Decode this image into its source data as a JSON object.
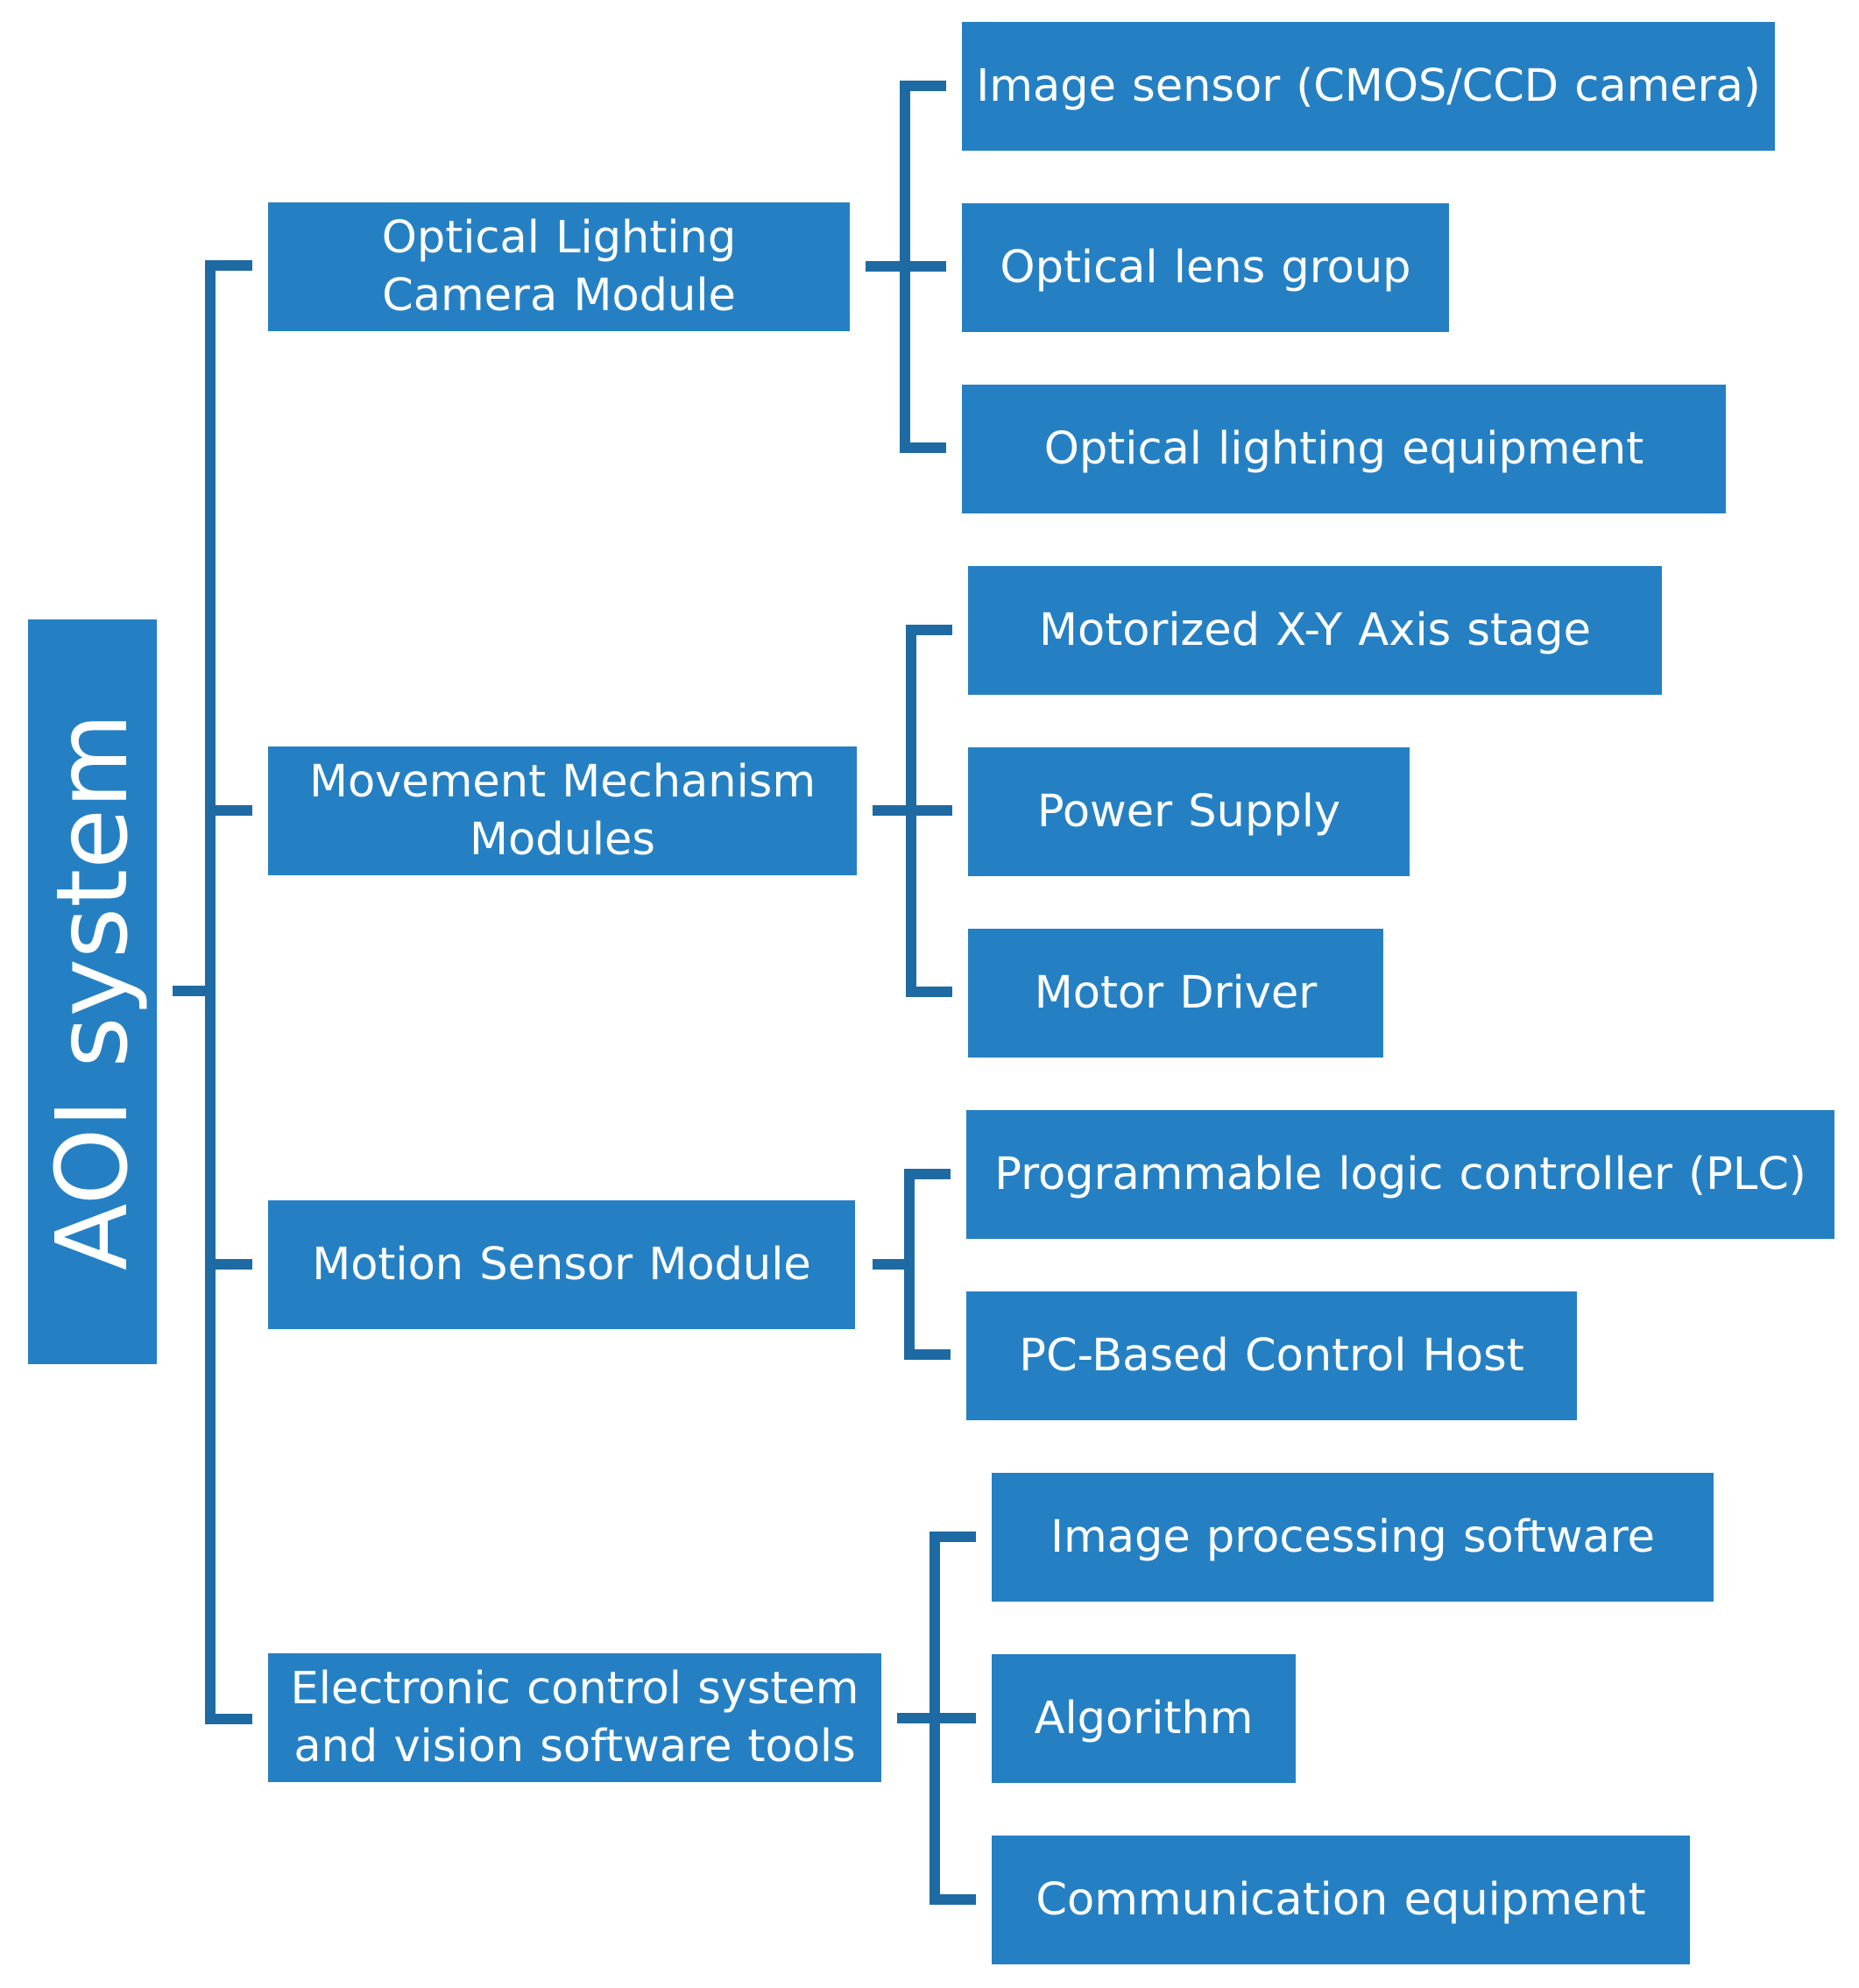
{
  "root": {
    "label": "AOI system"
  },
  "modules": [
    {
      "label": "Optical Lighting Camera Module",
      "children": [
        "Image sensor (CMOS/CCD camera)",
        "Optical lens group",
        "Optical lighting equipment"
      ]
    },
    {
      "label": "Movement Mechanism Modules",
      "children": [
        "Motorized X-Y Axis stage",
        "Power Supply",
        "Motor Driver"
      ]
    },
    {
      "label": "Motion Sensor Module",
      "children": [
        "Programmable logic controller (PLC)",
        "PC-Based Control Host"
      ]
    },
    {
      "label": "Electronic control system and vision software tools",
      "children": [
        "Image processing software",
        "Algorithm",
        "Communication equipment"
      ]
    }
  ],
  "colors": {
    "box": "#2580c3",
    "line": "#1e6aa3",
    "text": "#ffffff"
  }
}
